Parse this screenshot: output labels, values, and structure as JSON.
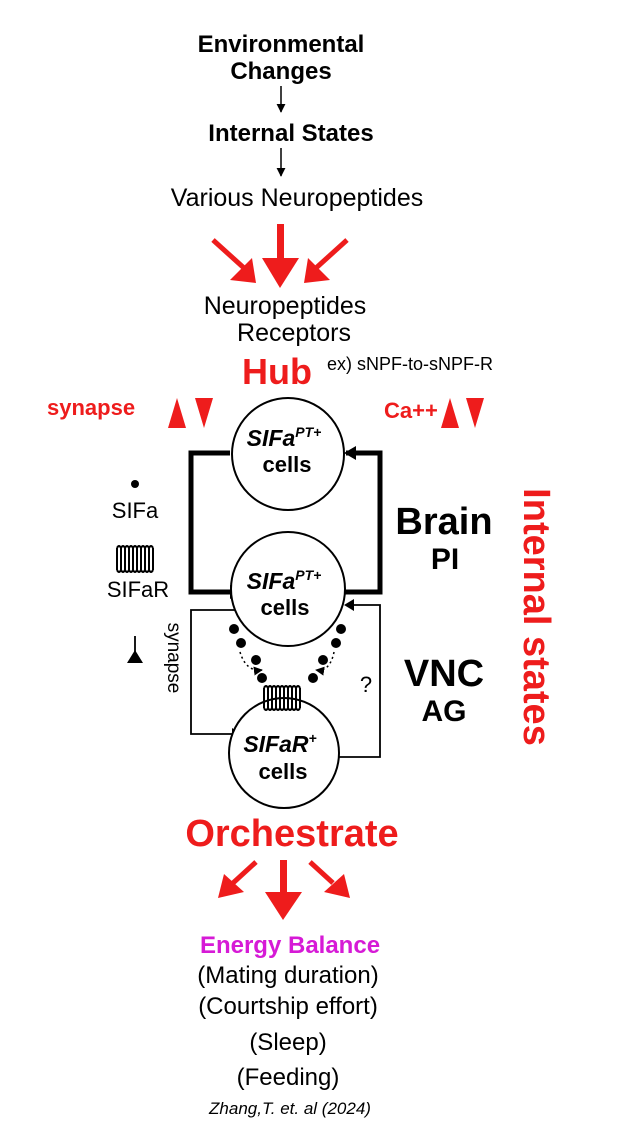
{
  "flow": {
    "env_line1": "Environmental",
    "env_line2": "Changes",
    "internal_states": "Internal States",
    "various_neuropeptides": "Various Neuropeptides",
    "receptors_line1": "Neuropeptides",
    "receptors_line2": "Receptors",
    "hub": "Hub",
    "hub_example": "ex) sNPF-to-sNPF-R",
    "synapse_label": "synapse",
    "calcium_label": "Ca++"
  },
  "cells": {
    "top": {
      "name": "SIFa",
      "superscript": "PT+",
      "sub": "cells"
    },
    "middle": {
      "name": "SIFa",
      "superscript": "PT+",
      "sub": "cells"
    },
    "bottom": {
      "name": "SIFaR",
      "superscript": "+",
      "sub": "cells"
    }
  },
  "legend": {
    "ligand": "SIFa",
    "receptor": "SIFaR",
    "synapse": "synapse"
  },
  "regions": {
    "brain": "Brain",
    "pi": "PI",
    "vnc": "VNC",
    "ag": "AG",
    "unknown": "?",
    "internal_states_vertical": "Internal states"
  },
  "outputs": {
    "orchestrate": "Orchestrate",
    "energy_balance": "Energy Balance",
    "items": [
      "(Mating duration)",
      "(Courtship effort)",
      "(Sleep)",
      "(Feeding)"
    ],
    "citation": "Zhang,T. et. al (2024)"
  },
  "colors": {
    "red": "#ee1c1c",
    "magenta": "#d61ad6",
    "black": "#000000"
  }
}
